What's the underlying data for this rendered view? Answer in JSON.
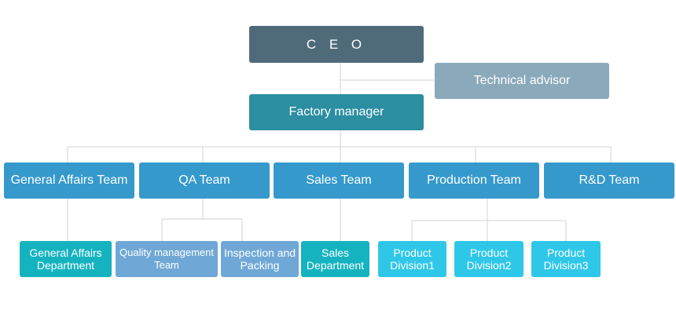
{
  "chart": {
    "ceo": "C E O",
    "technical_advisor": "Technical advisor",
    "factory_manager": "Factory manager",
    "teams": [
      "General Affairs Team",
      "QA Team",
      "Sales Team",
      "Production Team",
      "R&D Team"
    ],
    "departments": [
      {
        "line1": "General Affairs",
        "line2": "Department"
      },
      {
        "line1": "Quality management",
        "line2": "Team"
      },
      {
        "line1": "Inspection and",
        "line2": "Packing"
      },
      {
        "line1": "Sales",
        "line2": "Department"
      },
      {
        "line1": "Product",
        "line2": "Division1"
      },
      {
        "line1": "Product",
        "line2": "Division2"
      },
      {
        "line1": "Product",
        "line2": "Division3"
      }
    ]
  },
  "colors": {
    "ceo": "#4f6b7a",
    "advisor": "#8aa9bb",
    "factory_manager": "#2b8ea1",
    "team": "#3599cc",
    "department_teal": "#15b3c0",
    "department_light_blue": "#6fa8d6",
    "department_cyan": "#2fc7e8",
    "connector": "#d3d3d3"
  }
}
